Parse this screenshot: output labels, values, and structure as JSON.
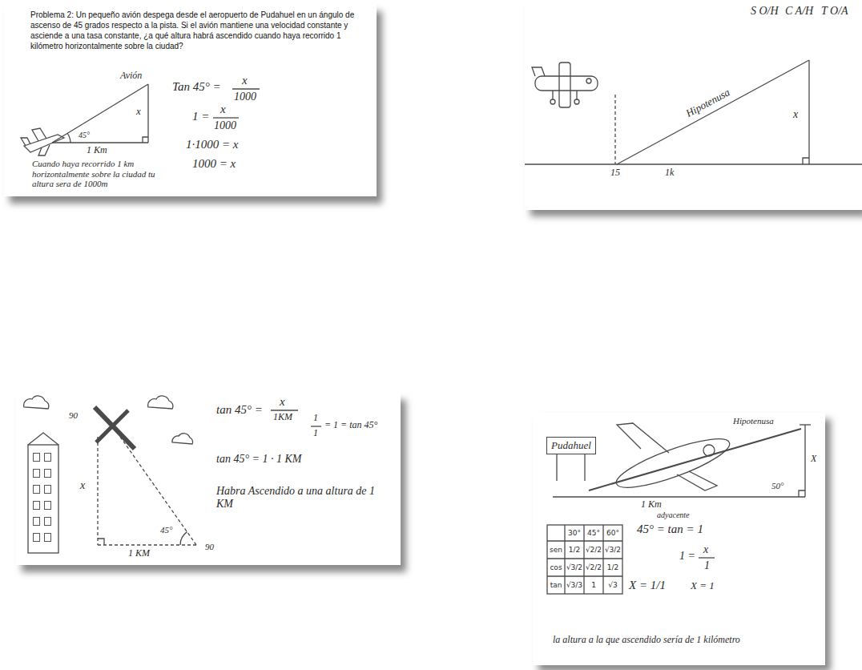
{
  "diagram": {
    "nodes": [
      {
        "text": [
          "Problema 2: Un pequeño avión despega desde el aeropuerto de Pudahuel en un ángulo de ascenso de 45 grados respecto a la pista. Si el avión mantiene una velocidad constante y asciende a una tasa constante, ¿a qué altura habrá ascendido cuando haya recorrido 1 kilómetro horizontalmente sobre la ciudad?",
          "Avión",
          "x",
          "45°",
          "1 Km",
          "Tan 45° =",
          "x",
          "1000",
          "1 =",
          "x",
          "1000",
          "1·1000 = x",
          "1000 = x",
          "Cuando haya recorrido 1 km horizontalmente sobre la ciudad tu altura sera de 1000m"
        ]
      },
      {
        "text": [
          "Hipotenusa",
          "x",
          "15",
          "1k",
          "S O/H",
          "C A/H",
          "T O/A"
        ]
      },
      {
        "text": [
          "x",
          "90",
          "45°",
          "1 KM",
          "90",
          "tan 45° =",
          "x",
          "1KM",
          "1",
          "1",
          "= 1 = tan 45°",
          "tan 45° = 1 · 1 KM",
          "Habra Ascendido a una altura de 1 KM"
        ]
      },
      {
        "text": [
          "Hipotenusa",
          "X",
          "50°",
          "1 Km",
          "adyacente",
          "45° = tan = 1",
          "1 =",
          "x",
          "1",
          "X = 1/1",
          "X = 1",
          "la altura a la que ascendido sería de 1 kilómetro"
        ]
      },
      {
        "text": [
          "Pudahuel"
        ],
        "in": 3
      }
    ],
    "labels": [
      "30°",
      "45°",
      "60°",
      "sen",
      "1/2",
      "√2/2",
      "√3/2",
      "cos",
      "√3/2",
      "√2/2",
      "1/2",
      "tan",
      "√3/3",
      "1",
      "√3"
    ]
  }
}
